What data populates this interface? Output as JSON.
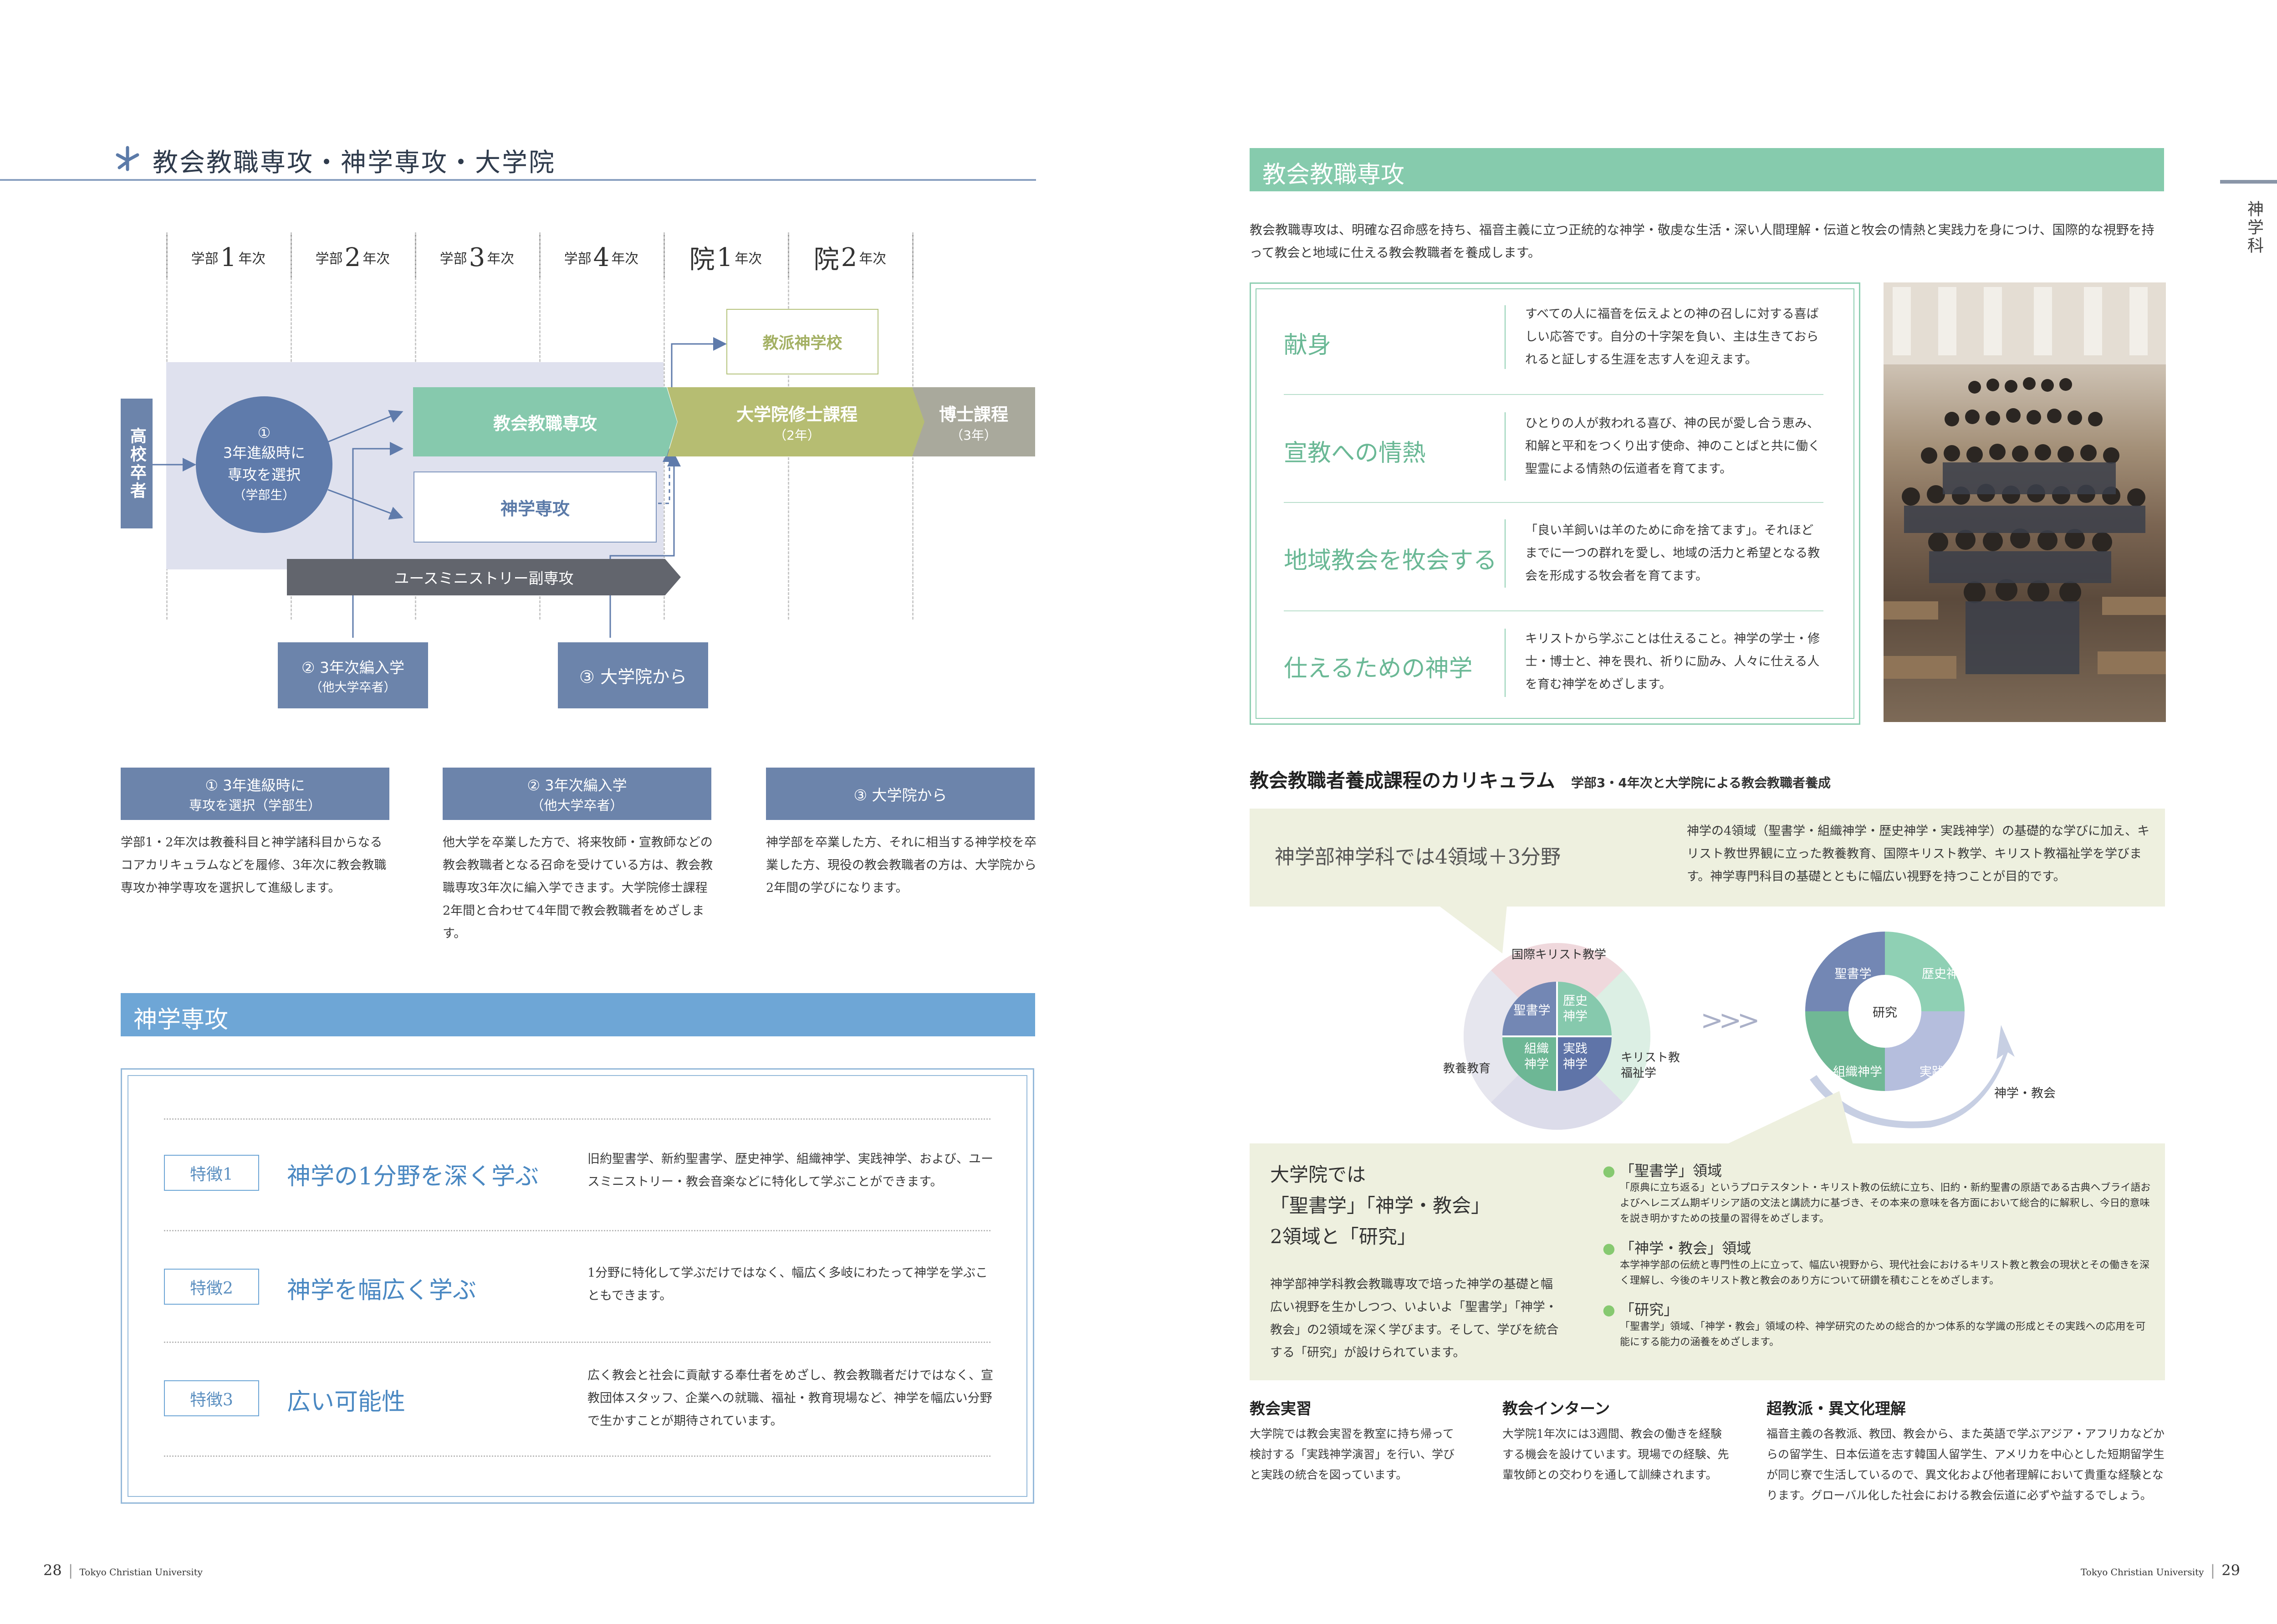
{
  "left": {
    "title": "教会教職専攻・神学専攻・大学院",
    "years": [
      {
        "pre": "学部",
        "num": "1",
        "suf": "年次"
      },
      {
        "pre": "学部",
        "num": "2",
        "suf": "年次"
      },
      {
        "pre": "学部",
        "num": "3",
        "suf": "年次"
      },
      {
        "pre": "学部",
        "num": "4",
        "suf": "年次"
      },
      {
        "pre": "院",
        "num": "1",
        "suf": "年次"
      },
      {
        "pre": "院",
        "num": "2",
        "suf": "年次"
      }
    ],
    "flow": {
      "hs": "高校卒者",
      "circle": [
        "①",
        "3年進級時に",
        "専攻を選択",
        "（学部生）"
      ],
      "kyoha": "教派神学校",
      "kyokai": "教会教職専攻",
      "shingaku": "神学専攻",
      "master": "大学院修士課程",
      "master_sub": "（2年）",
      "doctor": "博士課程",
      "doctor_sub": "（3年）",
      "youth": "ユースミニストリー副専攻",
      "entry2": "② 3年次編入学",
      "entry2_sub": "（他大学卒者）",
      "entry3": "③ 大学院から"
    },
    "routes": [
      {
        "h1": "① 3年進級時に",
        "h2": "専攻を選択（学部生）",
        "text": "学部1・2年次は教養科目と神学諸科目からなるコアカリキュラムなどを履修、3年次に教会教職専攻か神学専攻を選択して進級します。"
      },
      {
        "h1": "② 3年次編入学",
        "h2": "（他大学卒者）",
        "text": "他大学を卒業した方で、将来牧師・宣教師などの教会教職者となる召命を受けている方は、教会教職専攻3年次に編入学できます。大学院修士課程2年間と合わせて4年間で教会教職者をめざします。"
      },
      {
        "h1": "③ 大学院から",
        "h2": "",
        "text": "神学部を卒業した方、それに相当する神学校を卒業した方、現役の教会教職者の方は、大学院から2年間の学びになります。"
      }
    ],
    "shingaku_title": "神学専攻",
    "features": [
      {
        "tag": "特徴1",
        "title": "神学の1分野を深く学ぶ",
        "text": "旧約聖書学、新約聖書学、歴史神学、組織神学、実践神学、および、ユースミニストリー・教会音楽などに特化して学ぶことができます。"
      },
      {
        "tag": "特徴2",
        "title": "神学を幅広く学ぶ",
        "text": "1分野に特化して学ぶだけではなく、幅広く多岐にわたって神学を学ぶこともできます。"
      },
      {
        "tag": "特徴3",
        "title": "広い可能性",
        "text": "広く教会と社会に貢献する奉仕者をめざし、教会教職者だけではなく、宣教団体スタッフ、企業への就職、福祉・教育現場など、神学を幅広い分野で生かすことが期待されています。"
      }
    ],
    "footer_num": "28",
    "footer_text": "Tokyo Christian University"
  },
  "right": {
    "side_tab": "神学科",
    "title": "教会教職専攻",
    "intro": "教会教職専攻は、明確な召命感を持ち、福音主義に立つ正統的な神学・敬虔な生活・深い人間理解・伝道と牧会の情熱と実践力を身につけ、国際的な視野を持って教会と地域に仕える教会教職者を養成します。",
    "values": [
      {
        "name": "献身",
        "text": "すべての人に福音を伝えよとの神の召しに対する喜ばしい応答です。自分の十字架を負い、主は生きておられると証しする生涯を志す人を迎えます。"
      },
      {
        "name": "宣教への情熱",
        "text": "ひとりの人が救われる喜び、神の民が愛し合う恵み、和解と平和をつくり出す使命、神のことばと共に働く聖霊による情熱の伝道者を育てます。"
      },
      {
        "name": "地域教会を牧会する",
        "text": "「良い羊飼いは羊のために命を捨てます」。それほどまでに一つの群れを愛し、地域の活力と希望となる教会を形成する牧会者を育てます。"
      },
      {
        "name": "仕えるための神学",
        "text": "キリストから学ぶことは仕えること。神学の学士・修士・博士と、神を畏れ、祈りに励み、人々に仕える人を育む神学をめざします。"
      }
    ],
    "curr_title": "教会教職者養成課程のカリキュラム",
    "curr_sub": "学部3・4年次と大学院による教会教職者養成",
    "box1_head": "神学部神学科では4領域＋3分野",
    "box1_text": "神学の4領域（聖書学・組織神学・歴史神学・実践神学）の基礎的な学びに加え、キリスト教世界観に立った教養教育、国際キリスト教学、キリスト教福祉学を学びます。神学専門科目の基礎とともに幅広い視野を持つことが目的です。",
    "wheel1": {
      "top": "国際キリスト教学",
      "left": "教養教育",
      "right": "キリスト教福祉学",
      "q": [
        "聖書学",
        "歴史神学",
        "組織神学",
        "実践神学"
      ]
    },
    "wheel2": {
      "q": [
        "聖書学",
        "歴史神学",
        "組織神学",
        "実践神学"
      ],
      "center": "研究",
      "outer": "神学・教会"
    },
    "grad_head": [
      "大学院では",
      "「聖書学」「神学・教会」",
      "2領域と「研究」"
    ],
    "grad_text": "神学部神学科教会教職専攻で培った神学の基礎と幅広い視野を生かしつつ、いよいよ「聖書学」「神学・教会」の2領域を深く学びます。そして、学びを統合する「研究」が設けられています。",
    "grad_items": [
      {
        "h": "「聖書学」領域",
        "t": "「原典に立ち返る」というプロテスタント・キリスト教の伝統に立ち、旧約・新約聖書の原語である古典ヘブライ語およびヘレニズム期ギリシア語の文法と講読力に基づき、その本来の意味を各方面において総合的に解釈し、今日的意味を説き明かすための技量の習得をめざします。"
      },
      {
        "h": "「神学・教会」領域",
        "t": "本学神学部の伝統と専門性の上に立って、幅広い視野から、現代社会におけるキリスト教と教会の現状とその働きを深く理解し、今後のキリスト教と教会のあり方について研鑽を積むことをめざします。"
      },
      {
        "h": "「研究」",
        "t": "「聖書学」領域、「神学・教会」領域の枠、神学研究のための総合的かつ体系的な学識の形成とその実践への応用を可能にする能力の涵養をめざします。"
      }
    ],
    "bottom": [
      {
        "h": "教会実習",
        "t": "大学院では教会実習を教室に持ち帰って検討する「実践神学演習」を行い、学びと実践の統合を図っています。"
      },
      {
        "h": "教会インターン",
        "t": "大学院1年次には3週間、教会の働きを経験する機会を設けています。現場での経験、先輩牧師との交わりを通して訓練されます。"
      },
      {
        "h": "超教派・異文化理解",
        "t": "福音主義の各教派、教団、教会から、また英語で学ぶアジア・アフリカなどからの留学生、日本伝道を志す韓国人留学生、アメリカを中心とした短期留学生が同じ寮で生活しているので、異文化および他者理解において貴重な経験となります。グローバル化した社会における教会伝道に必ずや益するでしょう。"
      }
    ],
    "footer_num": "29",
    "footer_text": "Tokyo Christian University"
  }
}
